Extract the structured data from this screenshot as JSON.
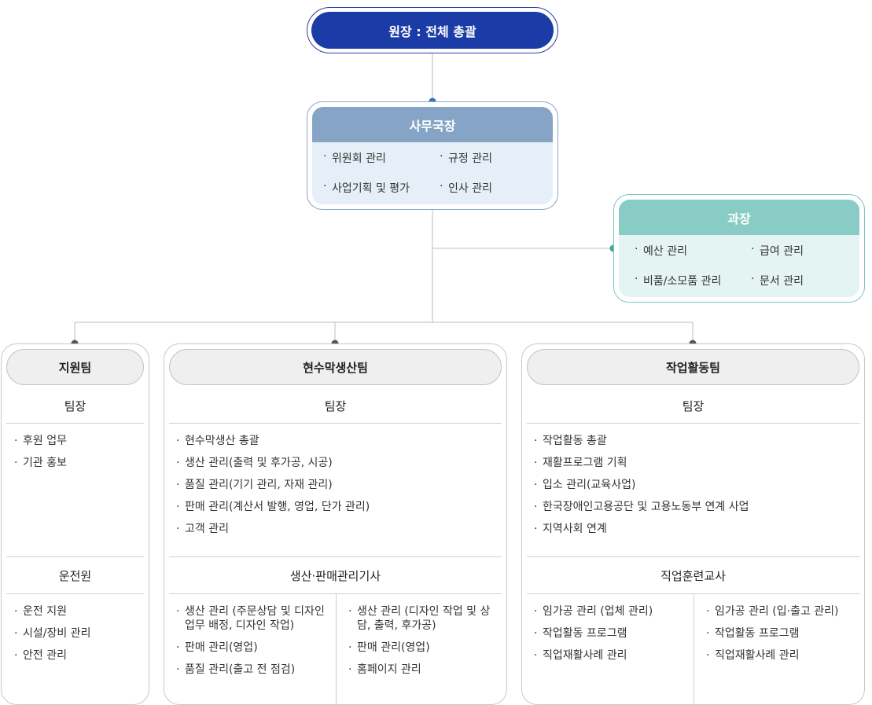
{
  "director": {
    "label": "원장 : 전체 총괄"
  },
  "secretary_general": {
    "title": "사무국장",
    "duties": [
      "위원회 관리",
      "규정 관리",
      "사업기획 및 평가",
      "인사 관리"
    ]
  },
  "section_chief": {
    "title": "과장",
    "duties": [
      "예산 관리",
      "급여 관리",
      "비품/소모품 관리",
      "문서 관리"
    ]
  },
  "support_team": {
    "title": "지원팀",
    "leader_title": "팀장",
    "leader_duties": [
      "후원 업무",
      "기관 홍보"
    ],
    "driver_title": "운전원",
    "driver_duties": [
      "운전 지원",
      "시설/장비 관리",
      "안전 관리"
    ]
  },
  "production_team": {
    "title": "현수막생산팀",
    "leader_title": "팀장",
    "leader_duties": [
      "현수막생산 총괄",
      "생산 관리(출력 및 후가공, 시공)",
      "품질 관리(기기 관리, 자재 관리)",
      "판매 관리(계산서 발행, 영업, 단가 관리)",
      "고객 관리"
    ],
    "technician_title": "생산·판매관리기사",
    "technician_left": [
      "생산 관리 (주문상담 및 디자인 업무 배정, 디자인 작업)",
      "판매 관리(영업)",
      "품질 관리(출고 전 점검)"
    ],
    "technician_right": [
      "생산 관리 (디자인 작업 및 상담, 출력, 후가공)",
      "판매 관리(영업)",
      "홈페이지 관리"
    ]
  },
  "work_team": {
    "title": "작업활동팀",
    "leader_title": "팀장",
    "leader_duties": [
      "작업활동 총괄",
      "재활프로그램 기획",
      "입소 관리(교육사업)",
      "한국장애인고용공단 및 고용노동부 연계 사업",
      "지역사회 연계"
    ],
    "trainer_title": "직업훈련교사",
    "trainer_left": [
      "임가공 관리 (업체 관리)",
      "작업활동 프로그램",
      "직업재활사례 관리"
    ],
    "trainer_right": [
      "임가공 관리 (입·출고 관리)",
      "작업활동 프로그램",
      "직업재활사례 관리"
    ]
  },
  "colors": {
    "director": "#1b3ca6",
    "secretary_general": "#86a5c6",
    "section_chief": "#88ccc5",
    "connector_dot_blue": "#3f73b9",
    "connector_dot_teal": "#4aa39b",
    "connector_dot_gray": "#555555"
  }
}
